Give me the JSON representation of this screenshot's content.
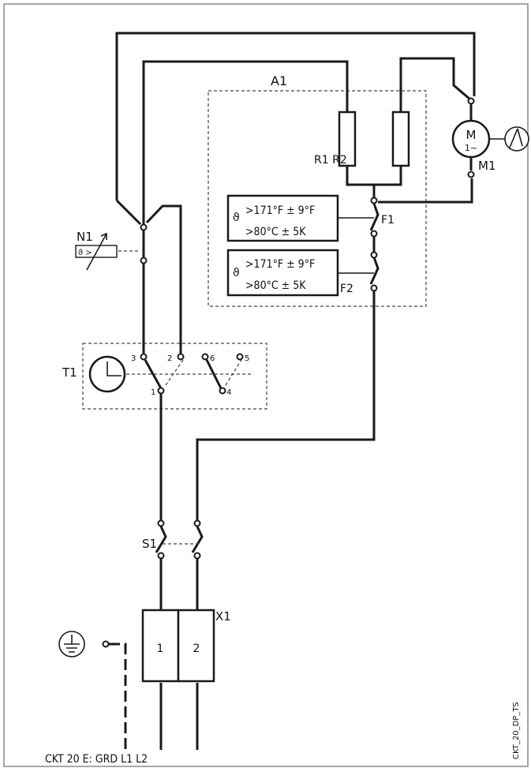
{
  "components": {
    "a1": "A1",
    "r1r2": "R1 R2",
    "m1": "M1",
    "motor_symbol_m": "M",
    "motor_symbol_phase": "1~",
    "f1": "F1",
    "f2": "F2",
    "n1": "N1",
    "n1_sensor_text": "ϑ >",
    "t1": "T1",
    "s1": "S1",
    "x1": "X1"
  },
  "thermostat": {
    "symbol": "ϑ",
    "line1": ">171°F ± 9°F",
    "line2": ">80°C ± 5K"
  },
  "timer_terminals": [
    "3",
    "2",
    "6",
    "5",
    "1",
    "4"
  ],
  "terminal_block": [
    "1",
    "2"
  ],
  "supply_label": "CKT 20 E:  GRD L1 L2",
  "drawing_id": "CKT_20_DP_TS"
}
